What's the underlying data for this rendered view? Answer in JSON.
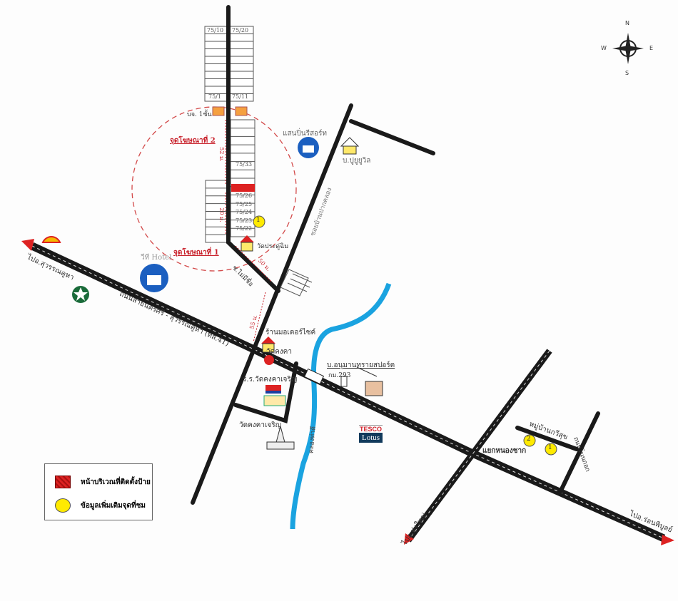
{
  "lots": {
    "top_left_top": "75/10",
    "top_right_top": "75/20",
    "top_left_bottom": "75/1",
    "top_right_bottom": "75/11",
    "l33": "75/33",
    "l26": "75/26",
    "l25": "75/25",
    "l24": "75/24",
    "l23": "75/23",
    "l22": "75/22"
  },
  "labels": {
    "point2": "จุดโฆษณาที่ 2",
    "point1": "จุดโฆษณาที่ 1",
    "house_left": "บจ. 1ชั้น",
    "resort": "แสนปิ่นรีสอร์ท",
    "village": "บ.ปูยูยูวิล",
    "soi_road": "ซอยบ้านปากคลอง",
    "house_right": "วัดประดู่ฉิม",
    "soi": "ซ.ไม่มีชื่อ",
    "hotel": "วีที Hotel",
    "to_left": "ไปอ.สุวรรณคูหา",
    "highway": "ถนนสายนครศรี - สุวรรณคูหา (ทล.41)",
    "motor": "ร้านมอเตอร์ไซค์",
    "wat": "วัดคงคา",
    "school": "ร.ร.วัดคงคาเจริญ",
    "temple": "วัดคงคาเจริญ",
    "sport": "บ.อนุมานทรายสปอร์ต",
    "km": "กม.293",
    "canal": "คลองท่าดี",
    "junction": "แยกหนองชาก",
    "moo": "หมู่บ้านกวีสุข",
    "side_road": "ถนนโนนกอก",
    "to_bl": "ไปอ.ทุ่งใหญ่",
    "to_br": "ไปอ.ร่อนพิบูลย์",
    "d1": "52 ม.",
    "d2": "20 ม.",
    "d3": "50 ม.",
    "d4": "55 ม.",
    "m1": "1",
    "m2": "2",
    "m3": "1"
  },
  "compass": {
    "n": "N",
    "s": "S",
    "e": "E",
    "w": "W"
  },
  "brand": {
    "tesco": "TESCO",
    "lotus": "Lotus"
  },
  "legend": {
    "billboard": "หน้าบริเวณที่ติดตั้งป้าย",
    "info": "ข้อมูลเพิ่มเติมจุดที่ชม"
  },
  "colors": {
    "road": "#1a1a1a",
    "river": "#1aa3e0",
    "accent": "#c8202a",
    "marker": "#ffea00"
  }
}
